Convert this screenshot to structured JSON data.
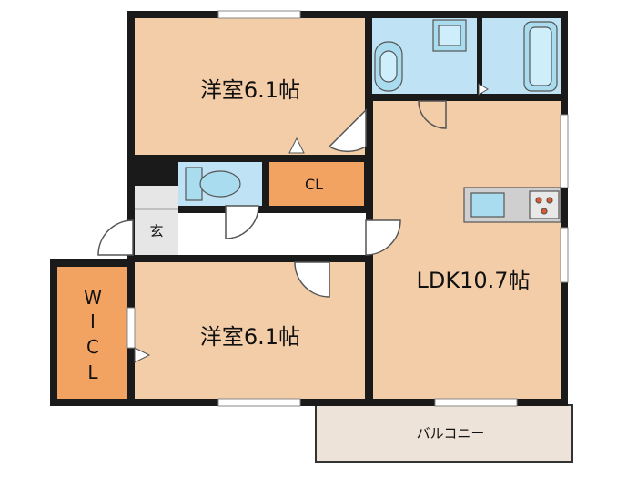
{
  "rooms": {
    "western_top": "洋室6.1帖",
    "western_bottom": "洋室6.1帖",
    "ldk": "LDK10.7帖",
    "closet": "CL",
    "entrance": "玄",
    "wic_letters": [
      "W",
      "I",
      "C",
      "L"
    ],
    "balcony": "バルコニー"
  },
  "colors": {
    "room_floor": "#f3cda8",
    "closet": "#f2a362",
    "wet_area": "#bfe3f4",
    "fixture": "#a9dcef",
    "hall": "#ffffff",
    "genkan": "#e6e6e6",
    "balcony": "#ede3d8",
    "wall": "#1a1a1a",
    "stove": "#e05a2b"
  }
}
